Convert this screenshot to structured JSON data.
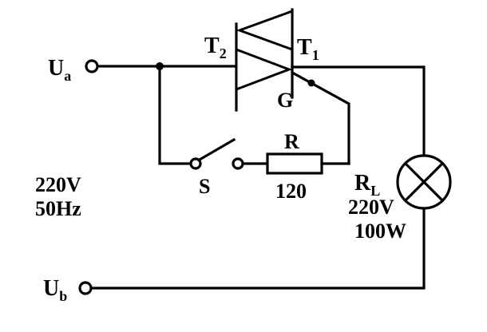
{
  "circuit": {
    "description": "triac lamp control circuit schematic",
    "colors": {
      "line": "#000000",
      "background": "#ffffff"
    },
    "source": {
      "label_top": "U",
      "label_top_sub": "a",
      "label_bottom": "U",
      "label_bottom_sub": "b",
      "voltage": "220V",
      "frequency": "50Hz"
    },
    "triac": {
      "terminal2": "T",
      "terminal2_sub": "2",
      "terminal1": "T",
      "terminal1_sub": "1",
      "gate": "G"
    },
    "switch": {
      "label": "S"
    },
    "resistor": {
      "label": "R",
      "value": "120"
    },
    "lamp": {
      "label": "R",
      "label_sub": "L",
      "voltage": "220V",
      "power": "100W"
    }
  }
}
